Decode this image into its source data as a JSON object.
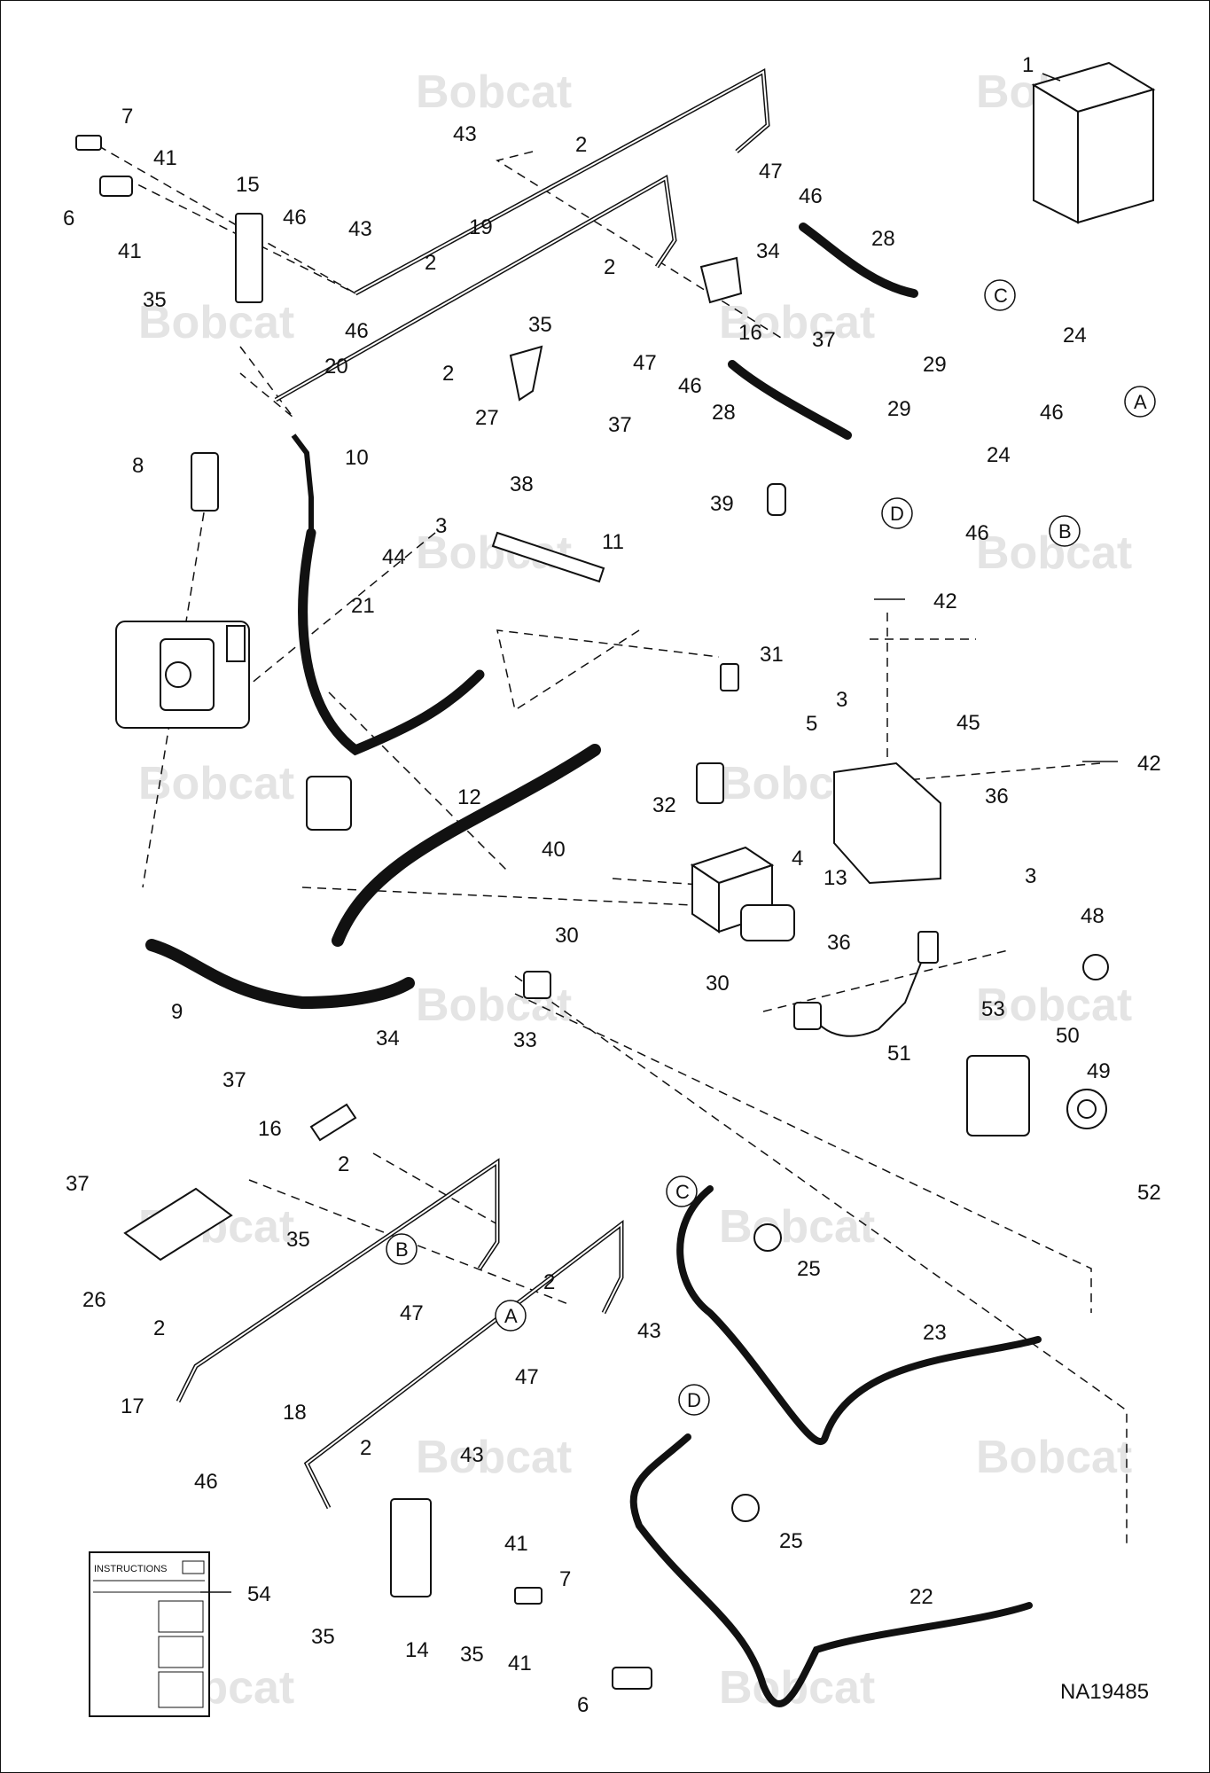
{
  "document": {
    "id": "NA19485",
    "watermark": "Bobcat",
    "instructions_label": "INSTRUCTIONS"
  },
  "callouts": {
    "c1": "1",
    "c2a": "2",
    "c2b": "2",
    "c2c": "2",
    "c2d": "2",
    "c2e": "2",
    "c2f": "2",
    "c2g": "2",
    "c2h": "2",
    "c3a": "3",
    "c3b": "3",
    "c3c": "3",
    "c4": "4",
    "c5": "5",
    "c6a": "6",
    "c6b": "6",
    "c7a": "7",
    "c7b": "7",
    "c8": "8",
    "c9": "9",
    "c10": "10",
    "c11": "11",
    "c12": "12",
    "c13": "13",
    "c14": "14",
    "c15": "15",
    "c16a": "16",
    "c16b": "16",
    "c17": "17",
    "c18": "18",
    "c19": "19",
    "c20": "20",
    "c21": "21",
    "c22": "22",
    "c23": "23",
    "c24a": "24",
    "c24b": "24",
    "c25a": "25",
    "c25b": "25",
    "c26": "26",
    "c27": "27",
    "c28a": "28",
    "c28b": "28",
    "c29a": "29",
    "c29b": "29",
    "c30a": "30",
    "c30b": "30",
    "c31": "31",
    "c32": "32",
    "c33": "33",
    "c34a": "34",
    "c34b": "34",
    "c35a": "35",
    "c35b": "35",
    "c35c": "35",
    "c35d": "35",
    "c35e": "35",
    "c36a": "36",
    "c36b": "36",
    "c37a": "37",
    "c37b": "37",
    "c37c": "37",
    "c37d": "37",
    "c38": "38",
    "c39": "39",
    "c40": "40",
    "c41a": "41",
    "c41b": "41",
    "c41c": "41",
    "c41d": "41",
    "c42a": "42",
    "c42b": "42",
    "c43a": "43",
    "c43b": "43",
    "c43c": "43",
    "c43d": "43",
    "c44": "44",
    "c45": "45",
    "c46a": "46",
    "c46b": "46",
    "c46c": "46",
    "c46d": "46",
    "c46e": "46",
    "c46f": "46",
    "c46g": "46",
    "c47a": "47",
    "c47b": "47",
    "c47c": "47",
    "c47d": "47",
    "c48": "48",
    "c49": "49",
    "c50": "50",
    "c51": "51",
    "c52": "52",
    "c53": "53",
    "c54": "54"
  },
  "connection_markers": {
    "A_top": "A",
    "B_top": "B",
    "C_top": "C",
    "D_top": "D",
    "A_bottom": "A",
    "B_bottom": "B",
    "C_bottom": "C",
    "D_bottom": "D"
  },
  "colors": {
    "line": "#111111",
    "hose": "#111111",
    "watermark": "#e4e4e4"
  }
}
